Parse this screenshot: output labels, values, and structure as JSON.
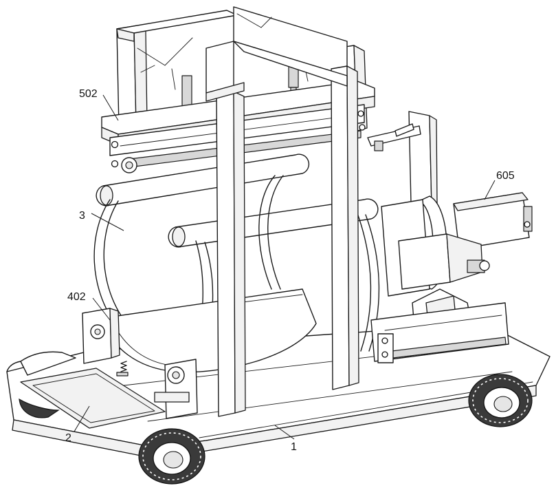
{
  "diagram": {
    "callouts": [
      {
        "id": "c502",
        "label": "502"
      },
      {
        "id": "c605",
        "label": "605"
      },
      {
        "id": "c3",
        "label": "3"
      },
      {
        "id": "c402",
        "label": "402"
      },
      {
        "id": "c2",
        "label": "2"
      },
      {
        "id": "c1",
        "label": "1"
      }
    ],
    "colors": {
      "line": "#1a1a1a",
      "background": "#ffffff",
      "tire": "#3a3a3a"
    },
    "parts": [
      "base-cart",
      "front-platform",
      "upright-frame",
      "rear-frame",
      "cross-rail",
      "roller-bar",
      "ring-guide",
      "cradle-tray",
      "drive-motor",
      "side-bracket",
      "wheels"
    ]
  }
}
